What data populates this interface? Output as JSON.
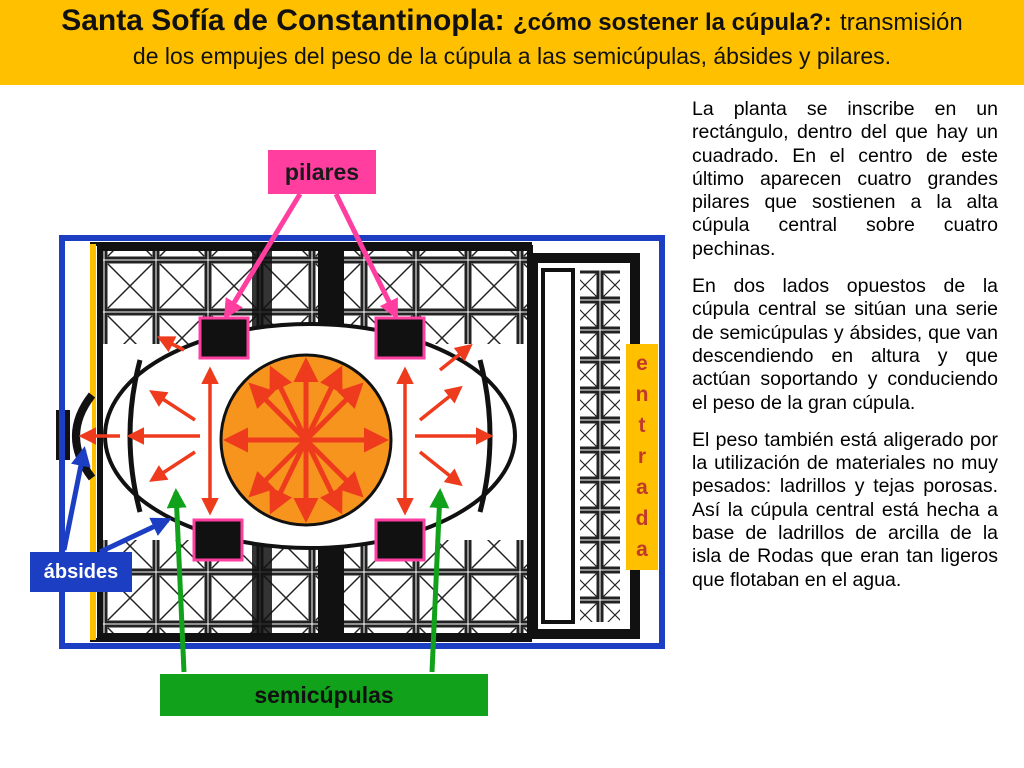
{
  "header": {
    "title_bold": "Santa Sofía de Constantinopla:",
    "question": "¿cómo sostener la cúpula?:",
    "rest_line1": "transmisión",
    "line2": "de los empujes del peso de la cúpula a las semicúpulas, ábsides  y pilares."
  },
  "labels": {
    "pilares": "pilares",
    "absides": "ábsides",
    "semicupulas": "semicúpulas",
    "entrada": [
      "e",
      "n",
      "t",
      "r",
      "a",
      "d",
      "a"
    ]
  },
  "paragraphs": [
    "La planta se inscribe en un rectángulo, dentro del que hay un cuadrado.  En el centro  de este último aparecen cuatro grandes pilares que sostienen a la alta cúpula central sobre cuatro pechinas.",
    "En dos lados opuestos de la cúpula central se sitúan una serie de semicúpulas y ábsides, que van descendiendo en altura y que actúan soportando y conduciendo el peso de la gran cúpula.",
    "El peso también está aligerado por la utilización de materiales no muy pesados: ladrillos y tejas porosas. Así la cúpula central está hecha a base de ladrillos de arcilla de la isla de Rodas que eran tan ligeros que flotaban en el agua."
  ],
  "colors": {
    "header_bg": "#ffc000",
    "pilares_pink": "#ff3ea0",
    "absides_blue": "#1c3ec2",
    "semicupulas_green": "#11a11a",
    "dome_orange": "#f7941d",
    "arrow_red": "#ee3b1e",
    "outline_blue": "#1c3ec2"
  }
}
